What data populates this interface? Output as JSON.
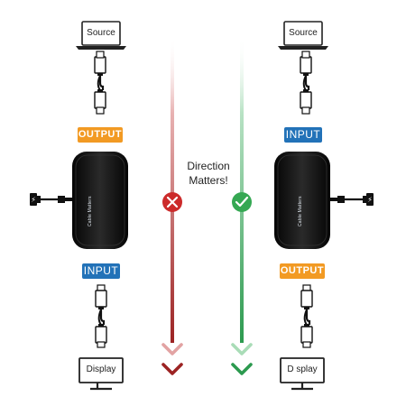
{
  "left": {
    "source_label": "Source",
    "display_label": "Display",
    "top_tag": "OUTPUT",
    "bottom_tag": "INPUT",
    "brand": "Cable Matters",
    "status": "wrong",
    "status_color": "#cc2b2b",
    "arrow_color": "#a83232"
  },
  "right": {
    "source_label": "Source",
    "display_label": "D splay",
    "top_tag": "INPUT",
    "bottom_tag": "OUTPUT",
    "brand": "Cable Matters",
    "status": "correct",
    "status_color": "#35a853",
    "arrow_color": "#2f9a52"
  },
  "center": {
    "line1": "Direction",
    "line2": "Matters!"
  },
  "colors": {
    "orange": "#f29a23",
    "blue": "#2272b8",
    "adapter": "#141414",
    "cable": "#111111"
  }
}
